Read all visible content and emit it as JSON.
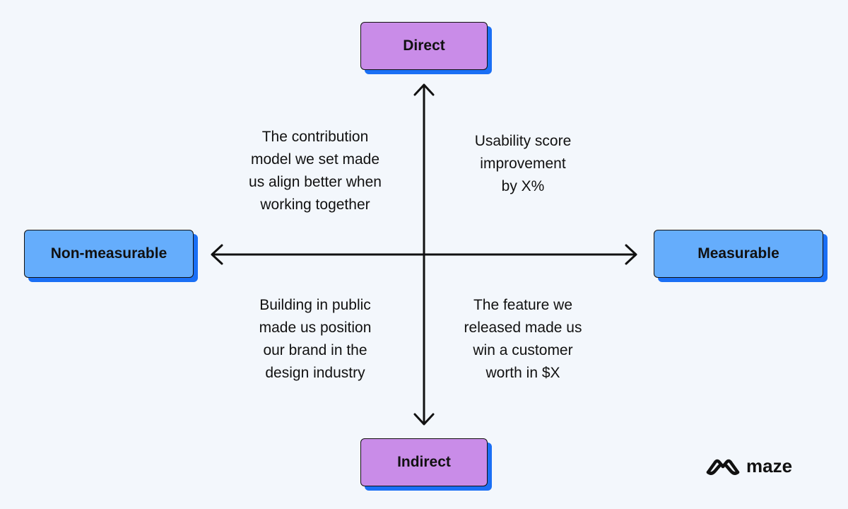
{
  "axes": {
    "top": "Direct",
    "bottom": "Indirect",
    "left": "Non-measurable",
    "right": "Measurable"
  },
  "quadrants": {
    "top_left": "The contribution\nmodel we set made\nus align better when\nworking together",
    "top_right": "Usability score\nimprovement\nby X%",
    "bottom_left": "Building in public\nmade us position\nour brand in the\ndesign industry",
    "bottom_right": "The feature we\nreleased made us\nwin a customer\nworth in $X"
  },
  "brand": {
    "name": "maze",
    "icon": "maze-logo-icon"
  },
  "colors": {
    "background": "#f3f7fc",
    "vertical_box": "#c98ce8",
    "horizontal_box": "#65adfc",
    "box_shadow": "#1a6ff5",
    "line": "#111111"
  }
}
